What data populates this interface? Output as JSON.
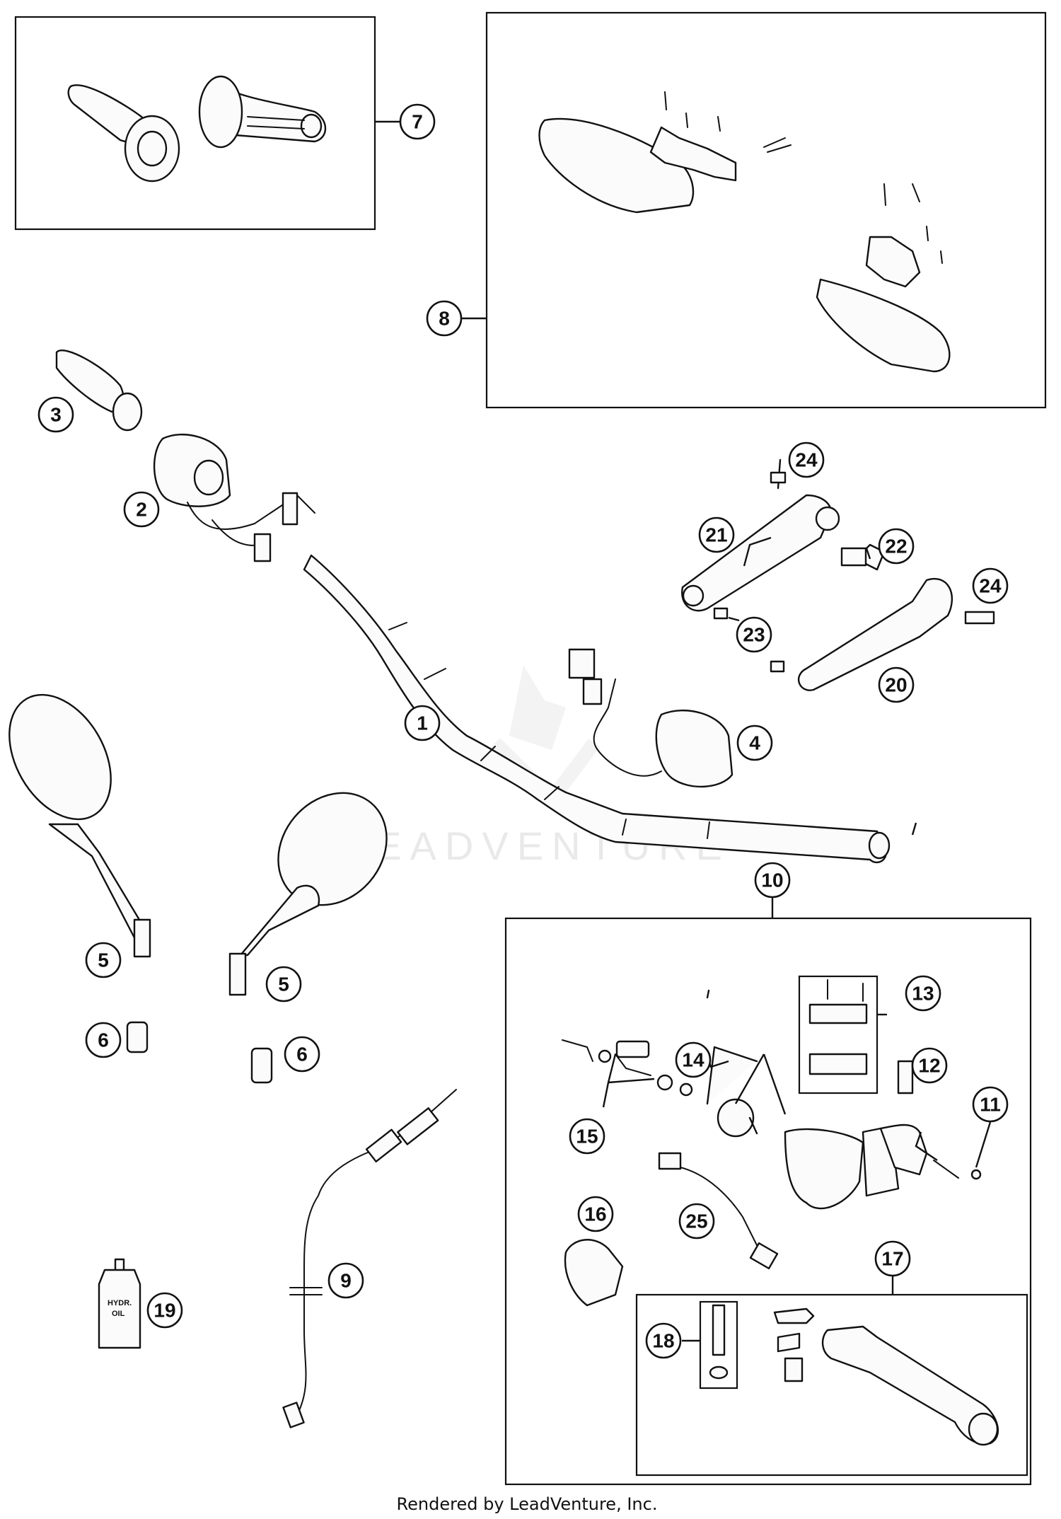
{
  "watermark": "LEADVENTURE",
  "credit": "Rendered by LeadVenture, Inc.",
  "bottle_text": [
    "HYDR.",
    "OIL"
  ],
  "callouts": [
    "1",
    "2",
    "3",
    "4",
    "5",
    "5",
    "6",
    "6",
    "7",
    "8",
    "9",
    "10",
    "11",
    "12",
    "13",
    "14",
    "15",
    "16",
    "17",
    "18",
    "19",
    "20",
    "21",
    "22",
    "23",
    "24",
    "24",
    "25"
  ]
}
